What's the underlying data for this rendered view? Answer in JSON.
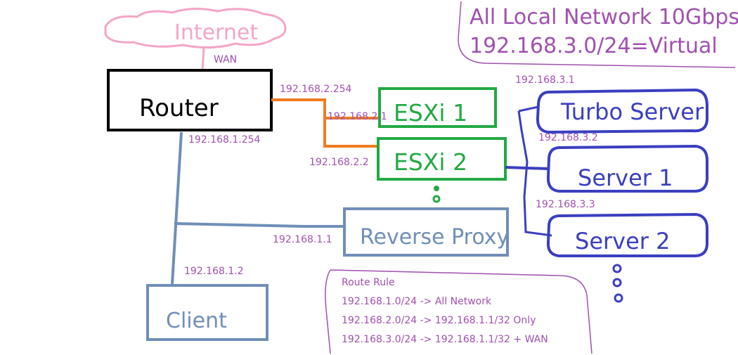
{
  "header": {
    "line1": "All Local Network 10Gbps",
    "line2": "192.168.3.0/24=Virtual"
  },
  "nodes": {
    "internet": "Internet",
    "router": "Router",
    "esxi1": "ESXi 1",
    "esxi2": "ESXi 2",
    "reverse_proxy": "Reverse Proxy",
    "client": "Client",
    "turbo_server": "Turbo Server",
    "server1": "Server 1",
    "server2": "Server 2"
  },
  "labels": {
    "wan": "WAN",
    "router_esxi": "192.168.2.254",
    "esxi1_ip": "192.168.2.1",
    "esxi2_ip": "192.168.2.2",
    "router_lan": "192.168.1.254",
    "proxy_ip": "192.168.1.1",
    "client_ip": "192.168.1.2",
    "turbo_ip": "192.168.3.1",
    "server1_ip": "192.168.3.2",
    "server2_ip": "192.168.3.3"
  },
  "route_rules": {
    "title": "Route Rule",
    "rules": [
      "192.168.1.0/24 -> All Network",
      "192.168.2.0/24 -> 192.168.1.1/32 Only",
      "192.168.3.0/24 -> 192.168.1.1/32 + WAN"
    ]
  },
  "colors": {
    "internet": "#f4a6c6",
    "router": "#000000",
    "esxi": "#22aa44",
    "orange": "#f07c20",
    "steel": "#6f8fb8",
    "navy": "#3a3fc0",
    "purple": "#a050b0"
  }
}
